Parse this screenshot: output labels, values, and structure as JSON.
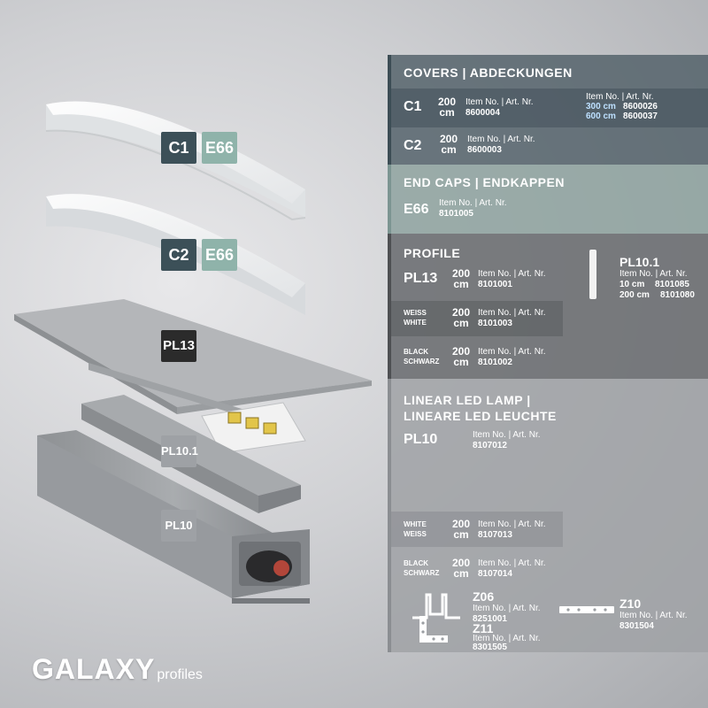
{
  "badges": {
    "c1": "C1",
    "e66_a": "E66",
    "c2": "C2",
    "e66_b": "E66",
    "pl13": "PL13",
    "pl101": "PL10.1",
    "pl10": "PL10"
  },
  "colors": {
    "covers_band": "#5d6a73",
    "endcaps_band": "#8fa3a0",
    "profile_band": "#6b6d70",
    "lamp_band": "#9b9ea2",
    "badge_dark": "#3c5058",
    "badge_teal": "#8fb3aa",
    "badge_black": "#2b2b2b",
    "badge_grey": "#9ea1a5"
  },
  "logo": {
    "brand": "GALAXY",
    "suffix": "profiles"
  },
  "covers": {
    "title": "COVERS | ABDECKUNGEN",
    "c1": {
      "code": "C1",
      "len_num": "200",
      "len_unit": "cm",
      "label": "Item No. | Art. Nr.",
      "no": "8600004",
      "alt_label": "Item No. | Art. Nr.",
      "alt1_len": "300 cm",
      "alt1_no": "8600026",
      "alt2_len": "600 cm",
      "alt2_no": "8600037"
    },
    "c2": {
      "code": "C2",
      "len_num": "200",
      "len_unit": "cm",
      "label": "Item No. | Art. Nr.",
      "no": "8600003"
    }
  },
  "endcaps": {
    "title": "END CAPS | ENDKAPPEN",
    "e66": {
      "code": "E66",
      "label": "Item No. | Art. Nr.",
      "no": "8101005"
    }
  },
  "profile": {
    "title": "PROFILE",
    "pl13": {
      "code": "PL13",
      "len_num": "200",
      "len_unit": "cm",
      "label": "Item No. | Art. Nr.",
      "no": "8101001"
    },
    "white": {
      "line1": "WEISS",
      "line2": "WHITE",
      "len_num": "200",
      "len_unit": "cm",
      "label": "Item No. | Art. Nr.",
      "no": "8101003"
    },
    "black": {
      "line1": "BLACK",
      "line2": "SCHWARZ",
      "len_num": "200",
      "len_unit": "cm",
      "label": "Item No. | Art. Nr.",
      "no": "8101002"
    },
    "pl101": {
      "code": "PL10.1",
      "label": "Item No. | Art. Nr.",
      "l1_len": "10 cm",
      "l1_no": "8101085",
      "l2_len": "200 cm",
      "l2_no": "8101080"
    }
  },
  "lamp": {
    "title1": "LINEAR LED LAMP |",
    "title2": "LINEARE LED LEUCHTE",
    "pl10": {
      "code": "PL10",
      "label": "Item No. | Art. Nr.",
      "no": "8107012"
    },
    "white": {
      "line1": "WHITE",
      "line2": "WEISS",
      "len_num": "200",
      "len_unit": "cm",
      "label": "Item No. | Art. Nr.",
      "no": "8107013"
    },
    "black": {
      "line1": "BLACK",
      "line2": "SCHWARZ",
      "len_num": "200",
      "len_unit": "cm",
      "label": "Item No. | Art. Nr.",
      "no": "8107014"
    },
    "z06": {
      "code": "Z06",
      "label": "Item No. | Art. Nr.",
      "no": "8251001"
    },
    "z10": {
      "code": "Z10",
      "label": "Item No. | Art. Nr.",
      "no": "8301504"
    },
    "z11": {
      "code": "Z11",
      "label": "Item No. | Art. Nr.",
      "no": "8301505"
    }
  }
}
